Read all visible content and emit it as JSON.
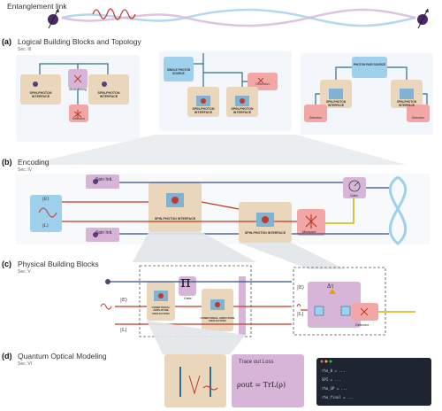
{
  "header": {
    "title": "Entanglement link"
  },
  "sections": [
    {
      "letter": "(a)",
      "title": "Logical Building Blocks and Topology",
      "sub": "Sec. III"
    },
    {
      "letter": "(b)",
      "title": "Encoding",
      "sub": "Sec. IV"
    },
    {
      "letter": "(c)",
      "title": "Physical Building Blocks",
      "sub": "Sec. V"
    },
    {
      "letter": "(d)",
      "title": "Quantum Optical Modeling",
      "sub": "Sec. VI"
    }
  ],
  "panel_a": {
    "left": {
      "spi_left": "SPIN-PHOTON INTERFACE",
      "spi_right": "SPIN-PHOTON INTERFACE",
      "mode_mixing": "Mode Mixing",
      "detection": "Detection"
    },
    "middle": {
      "source": "SINGLE PHOTON SOURCE",
      "detection": "Detection",
      "spi_left": "SPIN-PHOTON INTERFACE",
      "spi_right": "SPIN-PHOTON INTERFACE"
    },
    "right": {
      "source": "PHOTON PAIR SOURCE",
      "spi_left": "SPIN-PHOTON INTERFACE",
      "spi_right": "SPIN-PHOTON INTERFACE",
      "det_left": "Detection",
      "det_right": "Detection"
    }
  },
  "panel_b": {
    "spin_init_top": "Spin Init.",
    "spin_init_bottom": "Spin Init.",
    "ket_e": "|E⟩",
    "ket_l": "|L⟩",
    "spi_left": "SPIN-PHOTON INTERFACE",
    "spi_right": "SPIN-PHOTON INTERFACE",
    "measure": "Measure",
    "gate": "Gate"
  },
  "panel_c": {
    "ket_e": "|E⟩",
    "ket_l": "|L⟩",
    "car_left": "CONDITIONAL AMPLITUDE REFLECTION",
    "car_right": "CONDITIONAL AMPLITUDE REFLECTION",
    "pi_symbol": "π",
    "gate": "Gate",
    "ket_e2": "|E⟩",
    "ket_l2": "|L⟩",
    "delta_tau": "Δτ",
    "detector": "Detector"
  },
  "panel_d": {
    "trace_title": "Trace out Loss",
    "formula": "ρout = TrL(ρ)",
    "code_lines": [
      "rho_0  = ... ",
      "SPI   = ...",
      "rho_SP  = ...",
      "rho_final = ..."
    ]
  },
  "colors": {
    "tan": "#ead7bb",
    "pink": "#f2a7a6",
    "lavender": "#d7b5d9",
    "blue": "#9fd0ec",
    "line_blue": "#2f4f8f",
    "line_red": "#c0392b",
    "teal": "#2f6f8a"
  }
}
